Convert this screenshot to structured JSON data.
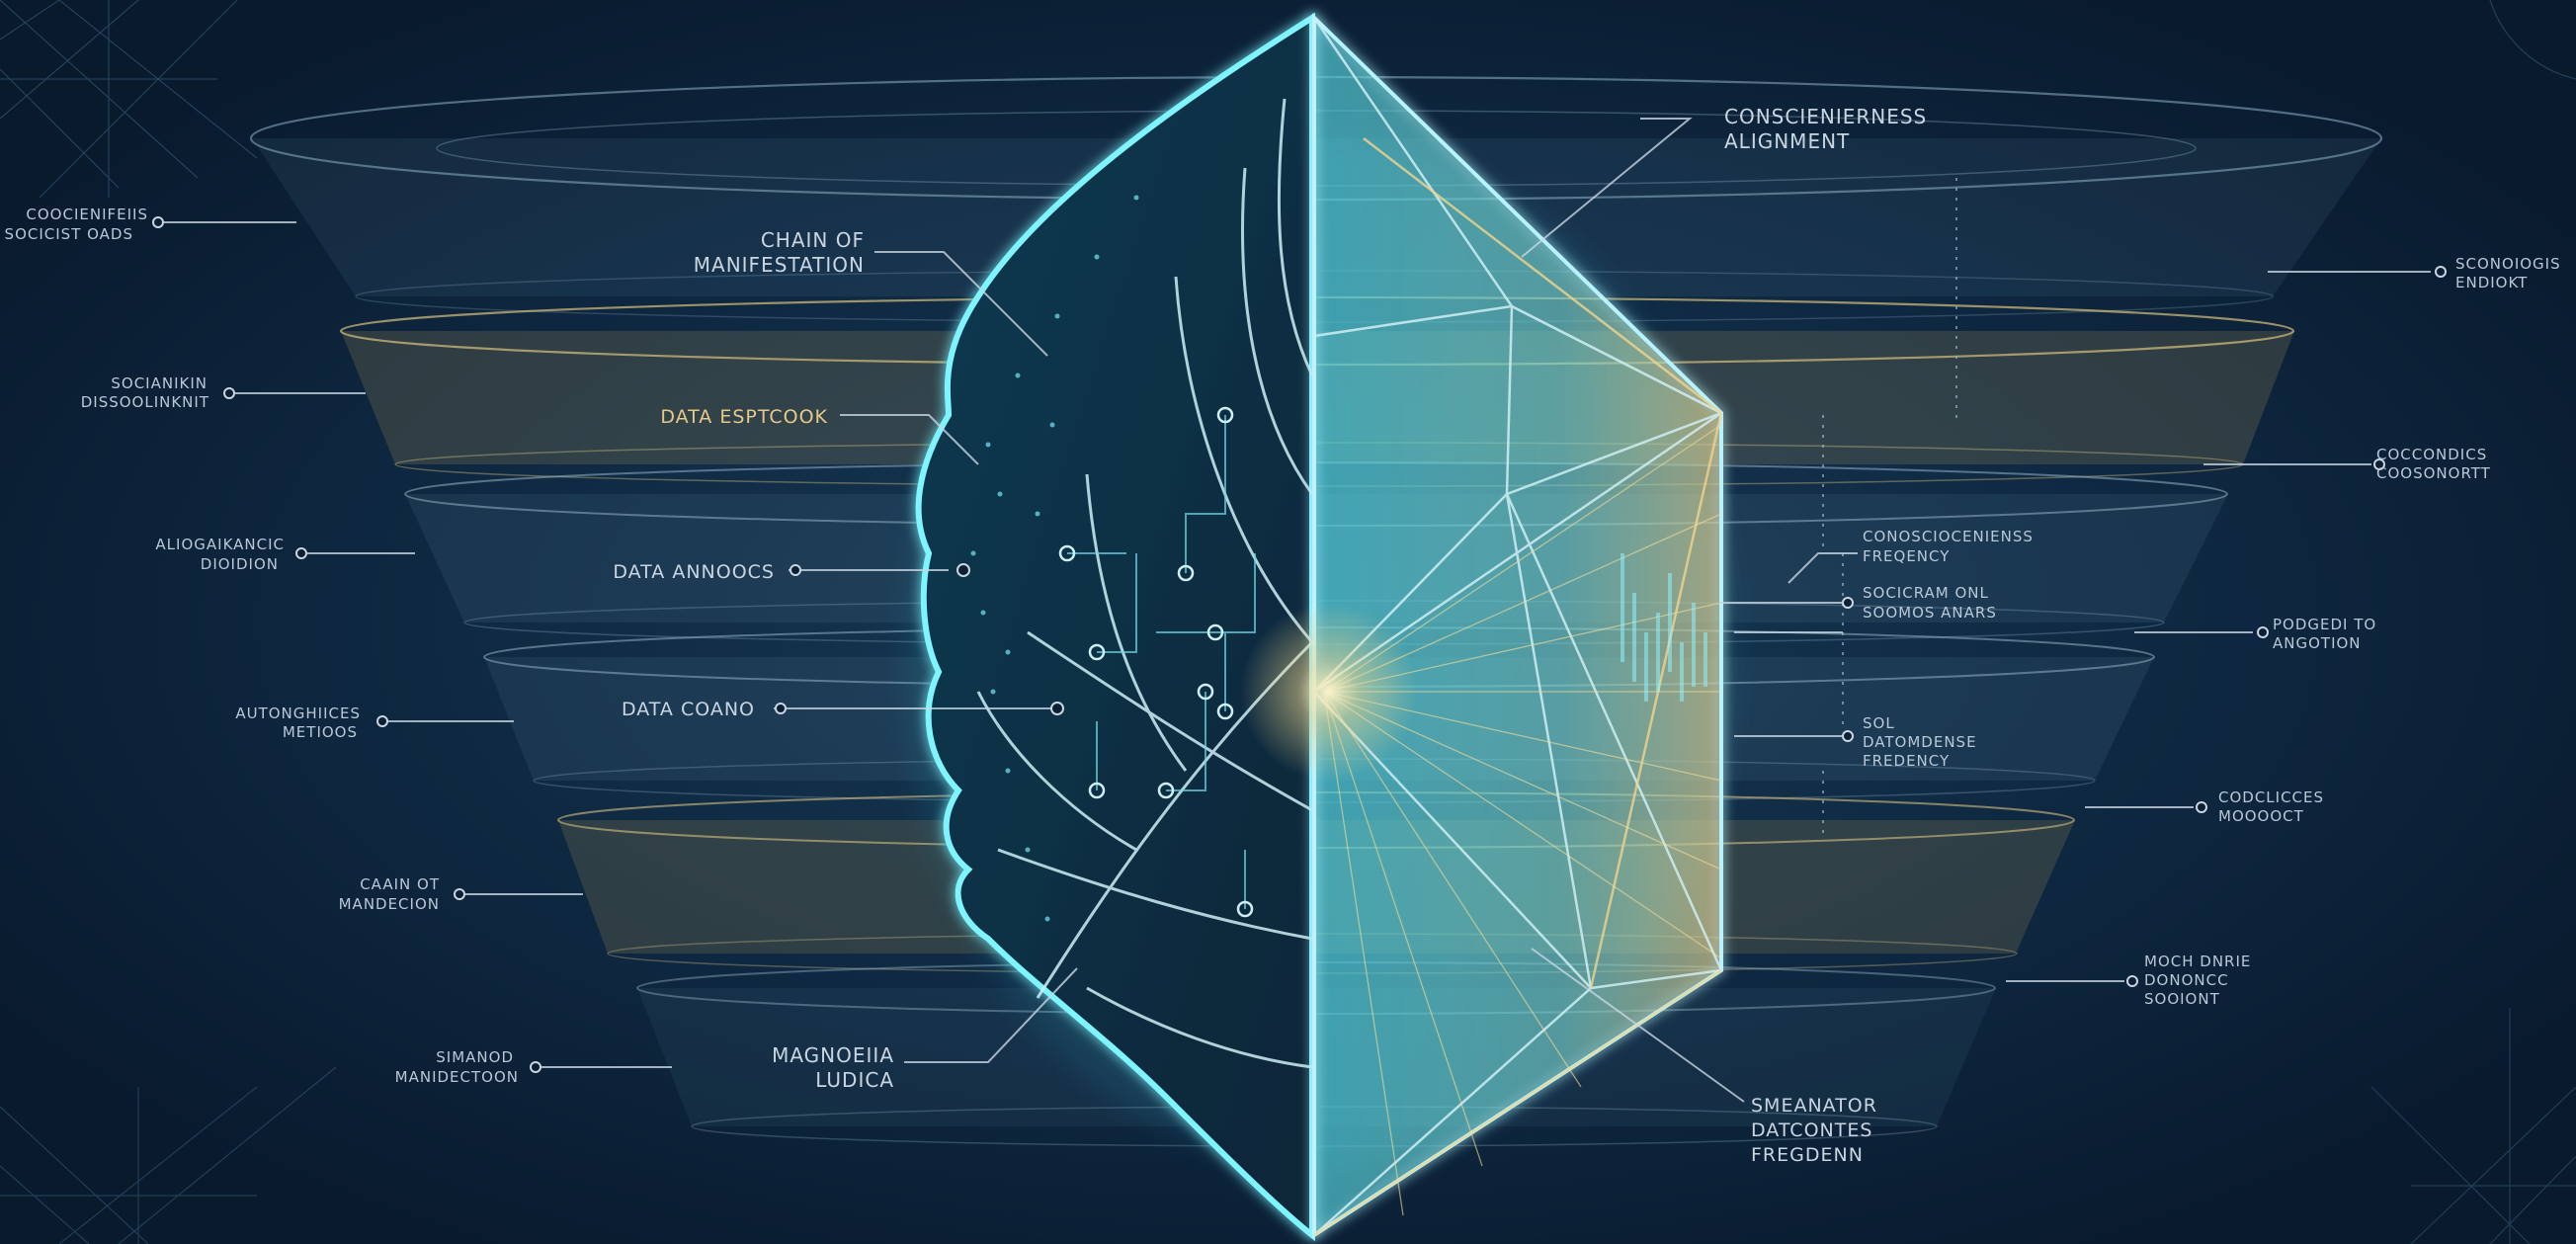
{
  "labels": {
    "consc_alignment": [
      "CONSCIENIERNESS",
      "ALIGNMENT"
    ],
    "chain_of_manifestation": [
      "CHAIN OF",
      "MANIFESTATION"
    ],
    "data_esptcook": "DATA ESPTCOOK",
    "data_annoocs": "DATA ANNOOCS",
    "data_coano": "DATA COANO",
    "magnoeiia_ludica": [
      "MAGNOEIIA",
      "LUDICA"
    ],
    "smeanator": [
      "SMEANATOR",
      "DATCONTES",
      "FREGDENN"
    ],
    "left_side": [
      [
        "COOCIENIFEIIS",
        "SOCICIST OADS"
      ],
      [
        "SOCIANIKIN",
        "DISSOOLINKNIT"
      ],
      [
        "ALIOGAIKANCIC",
        "DIOIDION"
      ],
      [
        "AUTONGHIICES",
        "METIOOS"
      ],
      [
        "CAAIN OT",
        "MANDECION"
      ],
      [
        "SIMANOD",
        "MANIDECTOON"
      ]
    ],
    "right_side": [
      [
        "SCONOIOGIS",
        "ENDIOKT"
      ],
      [
        "COCCONDICS",
        "COOSONORTT"
      ],
      [
        "CONOSCIOCENIENSS",
        "FREQENCY"
      ],
      [
        "SOCICRAM ONL",
        "SOOMOS ANARS"
      ],
      [
        "PODGEDI TO",
        "ANGOTION"
      ],
      [
        "SOL",
        "DATOMDENSE",
        "FREDENCY"
      ],
      [
        "CODCLICCES",
        "MOOOOCT"
      ],
      [
        "MOCH DNRIE",
        "DONONCC",
        "SOOIONT"
      ]
    ]
  },
  "colors": {
    "background": "#0c1f35",
    "cyan_glow": "#7ef4ff",
    "gold": "#e6c98a",
    "label_text": "#c9d6e2",
    "band_edge": "#8fb0c4"
  }
}
